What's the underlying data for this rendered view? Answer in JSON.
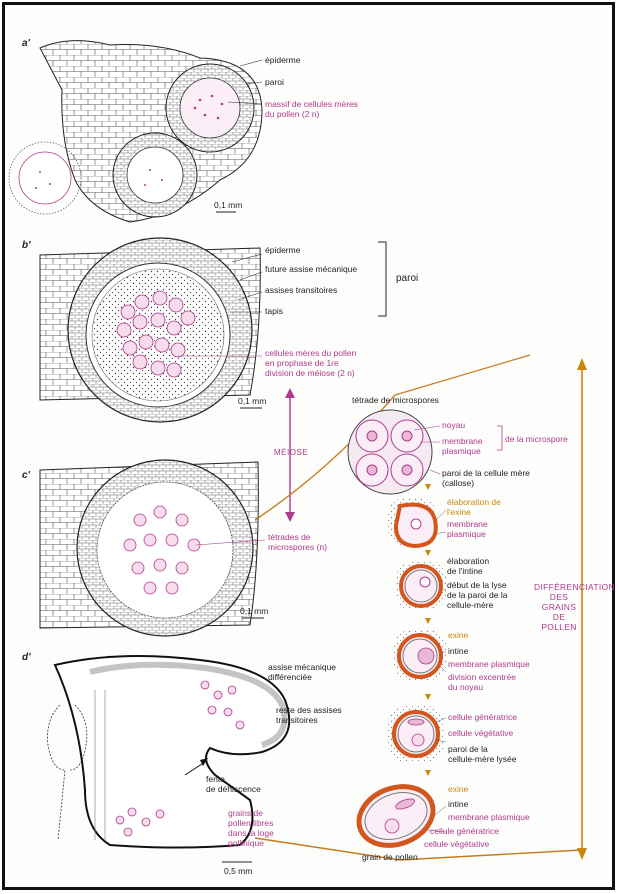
{
  "panels": {
    "a": "a'",
    "b": "b'",
    "c": "c'",
    "d": "d'"
  },
  "scales": {
    "a": "0,1 mm",
    "b": "0,1 mm",
    "c": "0,1 mm",
    "d": "0,5 mm"
  },
  "panel_a": {
    "epiderme": "épiderme",
    "paroi": "paroi",
    "massif": "massif de cellules mères\ndu pollen (2 n)"
  },
  "panel_b": {
    "epiderme": "épiderme",
    "assise_mecanique": "future assise mécanique",
    "assises_transitoires": "assises transitoires",
    "tapis": "tapis",
    "paroi": "paroi",
    "cellules_meres": "cellules mères du pollen\nen prophase de 1re\ndivision de méiose (2 n)"
  },
  "meiose": "MÉIOSE",
  "panel_c": {
    "tetrades": "tétrades de\nmicrospores (n)"
  },
  "panel_d": {
    "assise_diff": "assise mécanique\ndifférenciée",
    "reste": "reste des assises\ntransitoires",
    "fente": "fente\nde déhiscence",
    "grains_libres": "grains de\npollen libres\ndans la loge\npollinique"
  },
  "tetrade": {
    "title": "tétrade de microspores",
    "noyau": "noyau",
    "membrane": "membrane\nplasmique",
    "de_la_microspore": "de la microspore",
    "paroi_callose": "paroi de la cellule mère\n(callose)"
  },
  "stages": {
    "s1_elaboration_exine": "élaboration de\nl'exine",
    "s1_membrane": "membrane\nplasmique",
    "s2_elaboration_intine": "élaboration\nde l'intine",
    "s2_lyse": "début de la lyse\nde la paroi de la\ncellule-mère",
    "s3_exine": "exine",
    "s3_intine": "intine",
    "s3_membrane": "membrane plasmique",
    "s3_division": "division excentrée\ndu noyau",
    "s4_cell_gen": "cellule génératrice",
    "s4_cell_veg": "cellule végétative",
    "s4_paroi_lysee": "paroi de la\ncellule-mère lysée",
    "s5_exine": "exine",
    "s5_intine": "intine",
    "s5_membrane": "membrane plasmique",
    "s5_cell_gen": "cellule génératrice",
    "s5_cell_veg": "cellule végétative",
    "grain": "grain de pollen"
  },
  "differenciation": "DIFFÉRENCIATION\nDES GRAINS\nDE POLLEN",
  "colors": {
    "magenta": "#b03a8e",
    "orange": "#c9880a",
    "exine": "#d2561e",
    "pink_fill": "#f6dcec"
  }
}
